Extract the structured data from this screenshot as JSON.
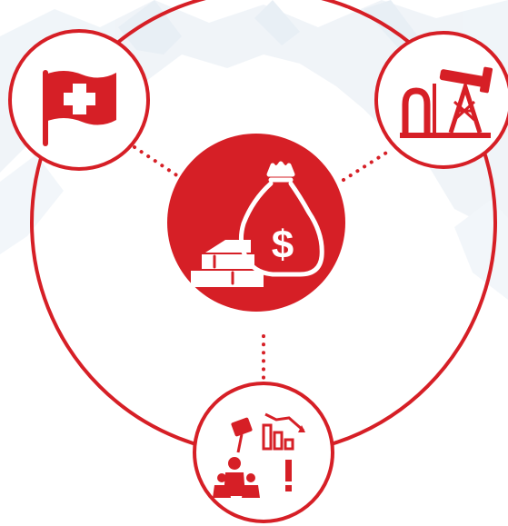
{
  "colors": {
    "accent": "#d61f26",
    "background": "#ffffff",
    "mountain_tint": "#dfe9f2"
  },
  "diagram": {
    "center": {
      "icon": "money-bag-gold-bars-icon"
    },
    "nodes": [
      {
        "id": "top-left",
        "icon": "swiss-flag-icon"
      },
      {
        "id": "top-right",
        "icon": "oil-pumpjack-icon"
      },
      {
        "id": "bottom",
        "icon": "protest-falling-chart-icon"
      }
    ],
    "connectors": "dotted"
  }
}
